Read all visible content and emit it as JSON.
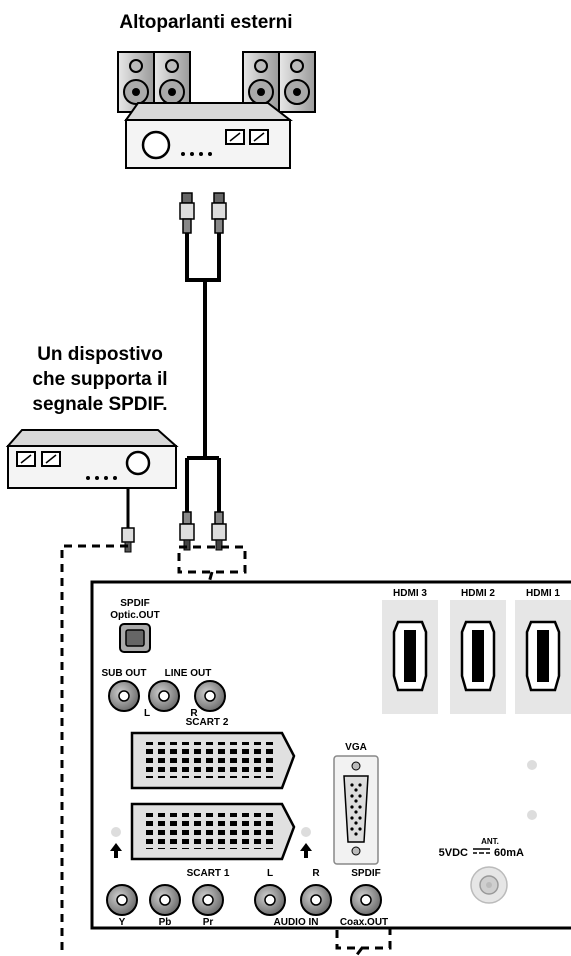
{
  "title": "Altoparlanti esterni",
  "device_caption": [
    "Un dispostivo",
    "che supporta il",
    "segnale SPDIF."
  ],
  "panel": {
    "spdif_optic": [
      "SPDIF",
      "Optic.OUT"
    ],
    "sub_out": "SUB OUT",
    "line_out": "LINE OUT",
    "line_out_l": "L",
    "line_out_r": "R",
    "scart2": "SCART 2",
    "scart1": "SCART 1",
    "vga": "VGA",
    "hdmi3": "HDMI 3",
    "hdmi2": "HDMI 2",
    "hdmi1": "HDMI 1",
    "antenna_top": "ANT.",
    "antenna_left": "5VDC",
    "antenna_right": "60mA",
    "y": "Y",
    "pb": "Pb",
    "pr": "Pr",
    "audio_l": "L",
    "audio_r": "R",
    "audio_in": "AUDIO IN",
    "spdif_coax": "SPDIF",
    "coax_out": "Coax.OUT"
  }
}
